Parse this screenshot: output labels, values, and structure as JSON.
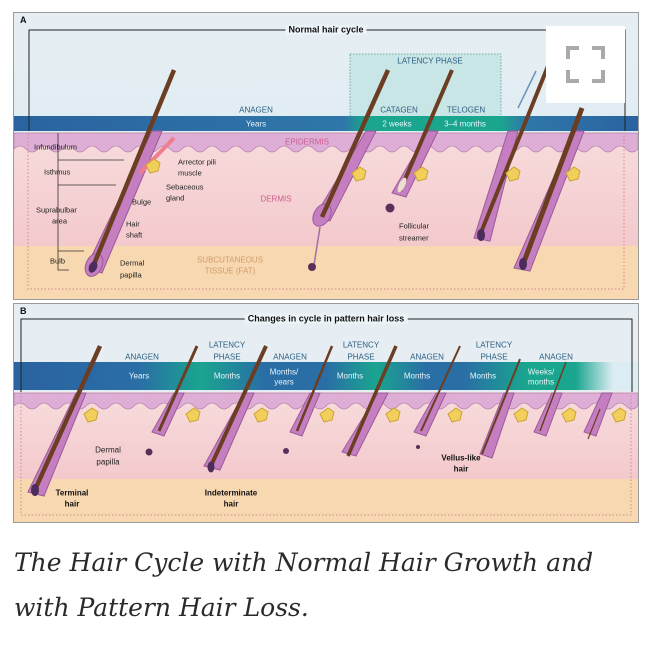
{
  "panel_a": {
    "letter": "A",
    "title": "Normal hair cycle",
    "latency_phase": "LATENCY PHASE",
    "phases": [
      {
        "name": "ANAGEN",
        "duration": "Years"
      },
      {
        "name": "CATAGEN",
        "duration": "2 weeks"
      },
      {
        "name": "TELOGEN",
        "duration": "3–4 months"
      }
    ],
    "layers": {
      "epidermis": "EPIDERMIS",
      "dermis": "DERMIS",
      "subcutaneous_1": "SUBCUTANEOUS",
      "subcutaneous_2": "TISSUE (FAT)"
    },
    "anatomy": {
      "infundibulum": "Infundibulum",
      "isthmus": "Isthmus",
      "suprabulbar_1": "Suprabulbar",
      "suprabulbar_2": "area",
      "bulb": "Bulb",
      "arrector_1": "Arrector pili",
      "arrector_2": "muscle",
      "sebaceous_1": "Sebaceous",
      "sebaceous_2": "gland",
      "bulge": "Bulge",
      "hair_shaft_1": "Hair",
      "hair_shaft_2": "shaft",
      "dermal_papilla_1": "Dermal",
      "dermal_papilla_2": "papilla",
      "streamer_1": "Follicular",
      "streamer_2": "streamer"
    }
  },
  "panel_b": {
    "letter": "B",
    "title": "Changes in cycle in pattern hair loss",
    "phases": [
      {
        "name1": "",
        "name2": "ANAGEN",
        "duration1": "Years",
        "duration2": ""
      },
      {
        "name1": "LATENCY",
        "name2": "PHASE",
        "duration1": "Months",
        "duration2": ""
      },
      {
        "name1": "",
        "name2": "ANAGEN",
        "duration1": "Months/",
        "duration2": "years"
      },
      {
        "name1": "LATENCY",
        "name2": "PHASE",
        "duration1": "Months",
        "duration2": ""
      },
      {
        "name1": "",
        "name2": "ANAGEN",
        "duration1": "Months",
        "duration2": ""
      },
      {
        "name1": "LATENCY",
        "name2": "PHASE",
        "duration1": "Months",
        "duration2": ""
      },
      {
        "name1": "",
        "name2": "ANAGEN",
        "duration1": "Weeks/",
        "duration2": "months"
      }
    ],
    "labels": {
      "dermal_papilla_1": "Dermal",
      "dermal_papilla_2": "papilla",
      "terminal_1": "Terminal",
      "terminal_2": "hair",
      "indeterminate_1": "Indeterminate",
      "indeterminate_2": "hair",
      "vellus_1": "Vellus-like",
      "vellus_2": "hair"
    }
  },
  "expand_icon": "expand-icon",
  "caption": {
    "line1": "The Hair Cycle with Normal Hair Growth and",
    "line2": "with Pattern Hair Loss."
  },
  "colors": {
    "band_blue": "#2d6fa3",
    "band_teal": "#1aa58f",
    "epidermis": "#d9a7d0",
    "dermis": "#f6d6d8",
    "fat": "#f7d8b0",
    "hair": "#7b4a2e"
  }
}
